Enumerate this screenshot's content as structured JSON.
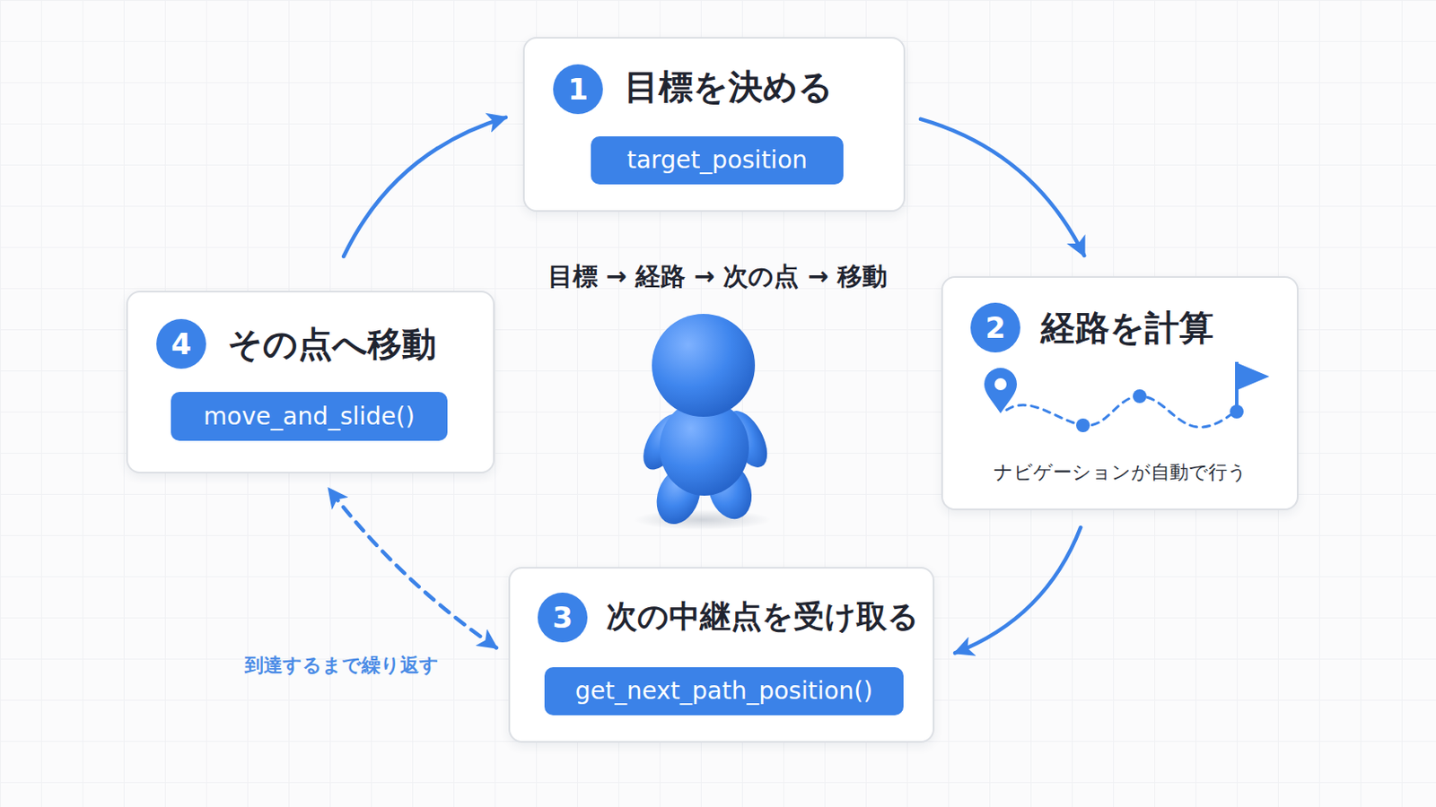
{
  "diagram": {
    "nodes": [
      {
        "text": [
          "目標を決める"
        ]
      },
      {
        "text": [
          "1"
        ],
        "in": 0
      },
      {
        "text": [
          "target_position"
        ],
        "in": 0
      },
      {
        "text": [
          "経路を計算",
          "ナビゲーションが自動で行う"
        ]
      },
      {
        "text": [
          "2"
        ],
        "in": 3
      },
      {
        "text": [
          "次の中継点を受け取る"
        ]
      },
      {
        "text": [
          "3"
        ],
        "in": 5
      },
      {
        "text": [
          "get_next_path_position()"
        ],
        "in": 5
      },
      {
        "text": [
          "その点へ移動"
        ]
      },
      {
        "text": [
          "4"
        ],
        "in": 8
      },
      {
        "text": [
          "move_and_slide()"
        ],
        "in": 8
      }
    ],
    "edges": [
      {
        "from": 0,
        "to": 3,
        "arrow": "to"
      },
      {
        "from": 3,
        "to": 5,
        "arrow": "to"
      },
      {
        "from": 5,
        "to": 8,
        "arrow": "both",
        "label": "到達するまで繰り返す"
      },
      {
        "from": 8,
        "to": 0,
        "arrow": "to"
      }
    ],
    "labels": [
      "目標 → 経路 → 次の点 → 移動"
    ]
  }
}
